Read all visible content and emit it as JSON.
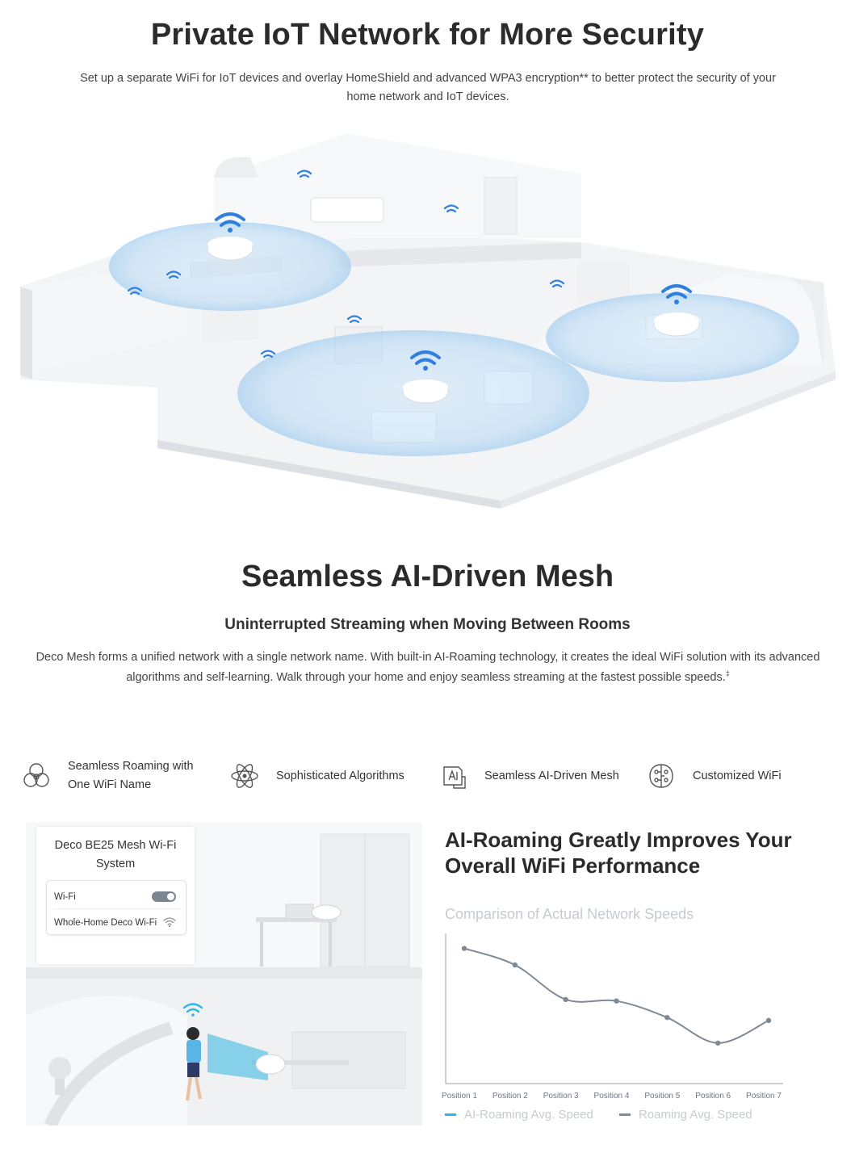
{
  "section1": {
    "title": "Private IoT Network for More Security",
    "description": "Set up a separate WiFi for IoT devices and overlay HomeShield and advanced WPA3 encryption** to better protect the security of your home network and IoT devices."
  },
  "section2": {
    "title": "Seamless AI-Driven Mesh",
    "subtitle": "Uninterrupted Streaming when Moving Between Rooms",
    "description": "Deco Mesh forms a unified network with a single network name. With built-in AI-Roaming technology, it creates the ideal WiFi solution with its advanced algorithms and self-learning. Walk through your home and enjoy seamless streaming at the fastest possible speeds.",
    "footnote_mark": "‡"
  },
  "features": [
    {
      "label": "Seamless Roaming with One WiFi Name",
      "icon": "roaming-icon"
    },
    {
      "label": "Sophisticated Algorithms",
      "icon": "atom-icon"
    },
    {
      "label": "Seamless AI-Driven Mesh",
      "icon": "ai-mesh-icon"
    },
    {
      "label": "Customized WiFi",
      "icon": "brain-chip-icon"
    }
  ],
  "app_card": {
    "title": "Deco BE25 Mesh Wi-Fi System",
    "row1": "Wi-Fi",
    "row2": "Whole-Home Deco Wi-Fi"
  },
  "chart_heading": "AI-Roaming Greatly Improves Your Overall WiFi Performance",
  "chart_data": {
    "type": "line",
    "title": "Comparison of Actual Network Speeds",
    "categories": [
      "Position 1",
      "Position 2",
      "Position 3",
      "Position 4",
      "Position 5",
      "Position 6",
      "Position 7"
    ],
    "series": [
      {
        "name": "AI-Roaming Avg. Speed",
        "color": "#2fb5e4",
        "values": []
      },
      {
        "name": "Roaming Avg. Speed",
        "color": "#7e8a95",
        "values": [
          0.9,
          0.79,
          0.56,
          0.55,
          0.44,
          0.27,
          0.42
        ]
      }
    ],
    "ylim": [
      0,
      1
    ],
    "grid": false,
    "legend": "bottom"
  },
  "colors": {
    "accent_blue": "#2f7fe0",
    "ai_roaming": "#2fb5e4",
    "roaming": "#7e8a95"
  }
}
